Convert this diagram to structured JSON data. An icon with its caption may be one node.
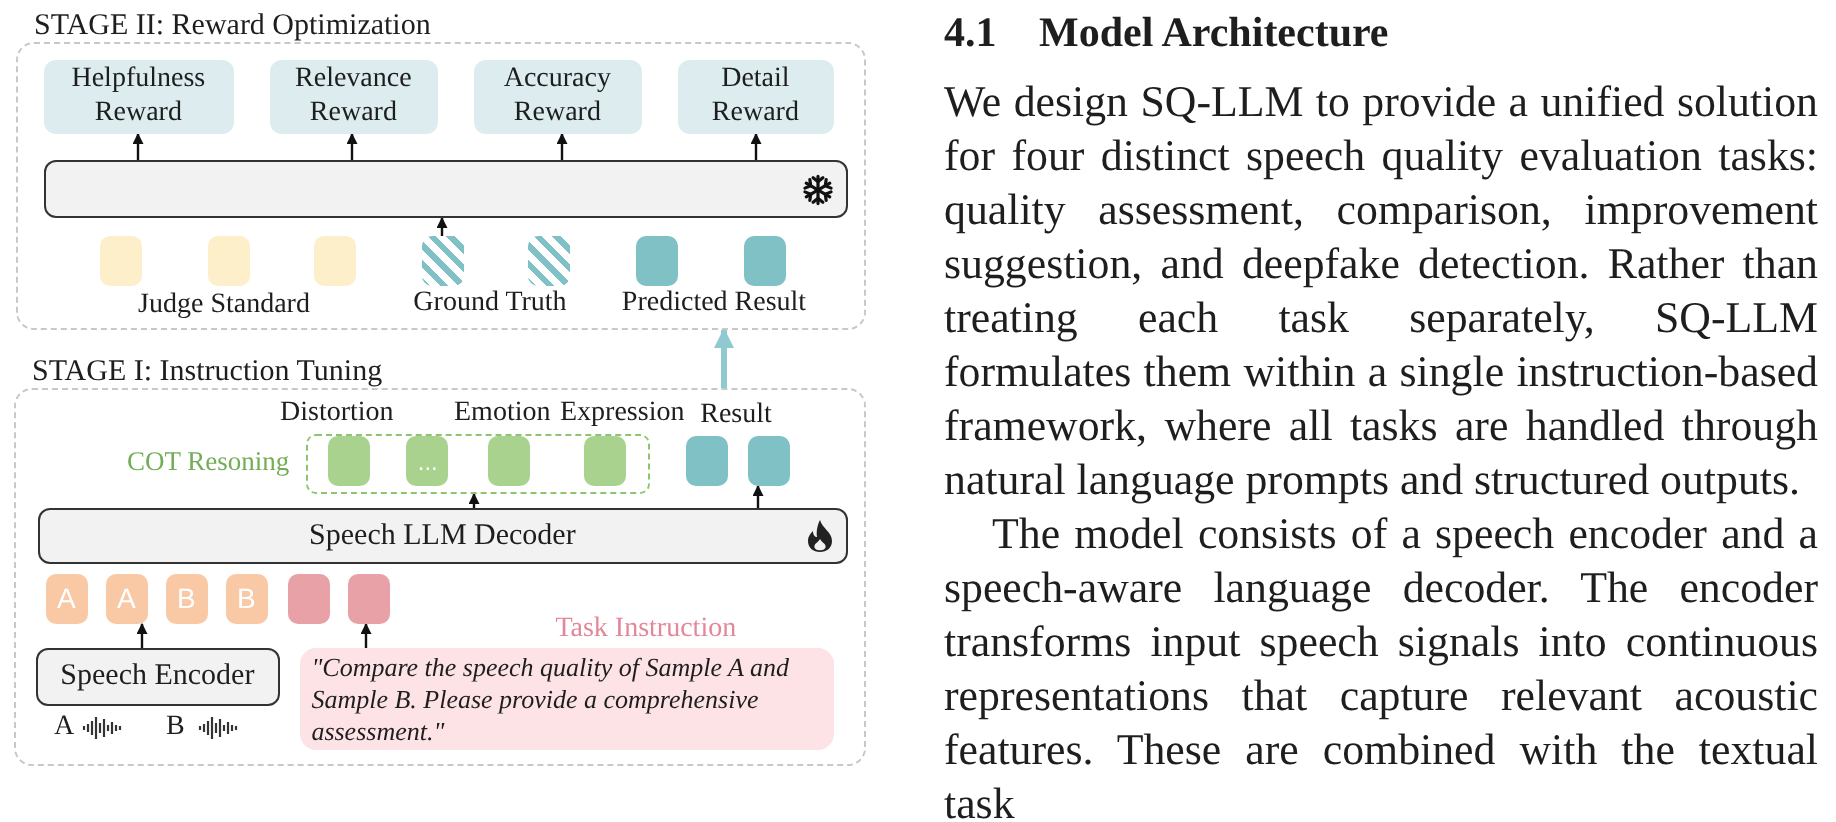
{
  "diagram": {
    "nodes": [
      {
        "text": [
          "STAGE II: Reward Optimization"
        ]
      },
      {
        "text": [
          "Helpfulness Reward"
        ],
        "in": 0
      },
      {
        "text": [
          "Relevance Reward"
        ],
        "in": 0
      },
      {
        "text": [
          "Accuracy Reward"
        ],
        "in": 0
      },
      {
        "text": [
          "Detail Reward"
        ],
        "in": 0
      },
      {
        "text": [],
        "shape": "bar",
        "in": 0
      },
      {
        "text": [],
        "shape": "box",
        "in": 0
      },
      {
        "text": [],
        "shape": "box",
        "in": 0
      },
      {
        "text": [],
        "shape": "box",
        "in": 0
      },
      {
        "text": [],
        "shape": "box",
        "in": 0
      },
      {
        "text": [],
        "shape": "box",
        "in": 0
      },
      {
        "text": [],
        "shape": "box",
        "in": 0
      },
      {
        "text": [],
        "shape": "box",
        "in": 0
      },
      {
        "text": [
          "STAGE I: Instruction Tuning"
        ]
      },
      {
        "text": [
          "COT Resoning"
        ],
        "in": 13
      },
      {
        "text": [],
        "shape": "box",
        "in": 14,
        "beside": [
          "Distortion"
        ]
      },
      {
        "text": [
          "..."
        ],
        "in": 14
      },
      {
        "text": [],
        "shape": "box",
        "in": 14,
        "beside": [
          "Emotion"
        ]
      },
      {
        "text": [],
        "shape": "box",
        "in": 14,
        "beside": [
          "Expression"
        ]
      },
      {
        "text": [],
        "shape": "box",
        "in": 13
      },
      {
        "text": [],
        "shape": "box",
        "in": 13
      },
      {
        "text": [
          "Speech LLM Decoder"
        ],
        "in": 13
      },
      {
        "text": [
          "A"
        ],
        "in": 13
      },
      {
        "text": [
          "A"
        ],
        "in": 13
      },
      {
        "text": [
          "B"
        ],
        "in": 13
      },
      {
        "text": [
          "B"
        ],
        "in": 13
      },
      {
        "text": [],
        "shape": "box",
        "in": 13
      },
      {
        "text": [],
        "shape": "box",
        "in": 13
      },
      {
        "text": [
          "Speech Encoder"
        ],
        "in": 13,
        "beside": [
          "A",
          "B"
        ]
      },
      {
        "text": [
          "Task Instruction",
          "\"Compare the speech quality of Sample A and Sample B. Please provide a comprehensive assessment.\""
        ],
        "in": 13
      }
    ],
    "edges": [
      {
        "from": 5,
        "to": 1,
        "arrow": "to"
      },
      {
        "from": 5,
        "to": 2,
        "arrow": "to"
      },
      {
        "from": 5,
        "to": 3,
        "arrow": "to"
      },
      {
        "from": 5,
        "to": 4,
        "arrow": "to"
      },
      {
        "from": 9,
        "to": 5,
        "arrow": "to"
      },
      {
        "from": 13,
        "to": 0,
        "arrow": "to",
        "style": "thick",
        "color": "#8fcad1"
      },
      {
        "from": 21,
        "to": 14,
        "arrow": "to"
      },
      {
        "from": 21,
        "to": 20,
        "arrow": "to"
      },
      {
        "from": 28,
        "to": 23,
        "arrow": "to"
      },
      {
        "from": 29,
        "to": 27,
        "arrow": "to"
      }
    ],
    "labels": [
      "Judge Standard",
      "Ground Truth",
      "Predicted Result",
      "Result",
      "4.1 Model Architecture",
      "We design SQ-LLM to provide a unified solution for four distinct speech quality evaluation tasks: quality assessment, comparison, improvement suggestion, and deepfake detection. Rather than treating each task separately, SQ-LLM formulates them within a single instruction-based framework, where all tasks are handled through natural language prompts and structured outputs.",
      "The model consists of a speech encoder and a speech-aware language decoder. The encoder transforms input speech signals into continuous representations that capture relevant acoustic features. These are combined with the textual task"
    ]
  }
}
